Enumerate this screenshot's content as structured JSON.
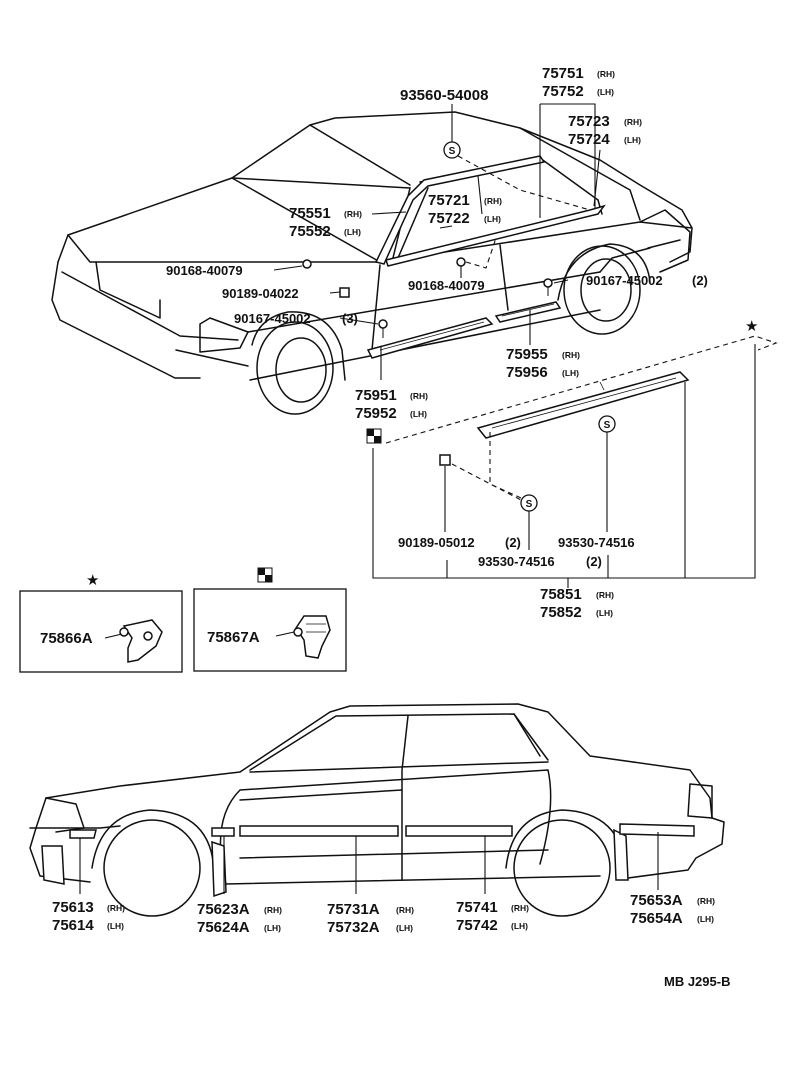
{
  "labels": {
    "p93560": "93560-54008",
    "p75751": "75751",
    "p75752": "75752",
    "p75723": "75723",
    "p75724": "75724",
    "p75721": "75721",
    "p75722": "75722",
    "p75551": "75551",
    "p75552": "75552",
    "p90168a": "90168-40079",
    "p90189a": "90189-04022",
    "p90168b": "90168-40079",
    "p90167a": "90167-45002",
    "p90167a_qty": "(2)",
    "p90167b": "90167-45002",
    "p90167b_qty": "(3)",
    "p75955": "75955",
    "p75956": "75956",
    "p75951": "75951",
    "p75952": "75952",
    "p90189b": "90189-05012",
    "p90189b_qty": "(2)",
    "p93530a": "93530-74516",
    "p93530b": "93530-74516",
    "p93530b_qty": "(2)",
    "p75851": "75851",
    "p75852": "75852",
    "p75866A": "75866A",
    "p75867A": "75867A",
    "p75613": "75613",
    "p75614": "75614",
    "p75623A": "75623A",
    "p75624A": "75624A",
    "p75731A": "75731A",
    "p75732A": "75732A",
    "p75741": "75741",
    "p75742": "75742",
    "p75653A": "75653A",
    "p75654A": "75654A"
  },
  "suffix": {
    "rh": "(RH)",
    "lh": "(LH)"
  },
  "symbols": {
    "star": "★",
    "screw_mark": "S"
  },
  "footer": {
    "code": "MB J295-B"
  }
}
